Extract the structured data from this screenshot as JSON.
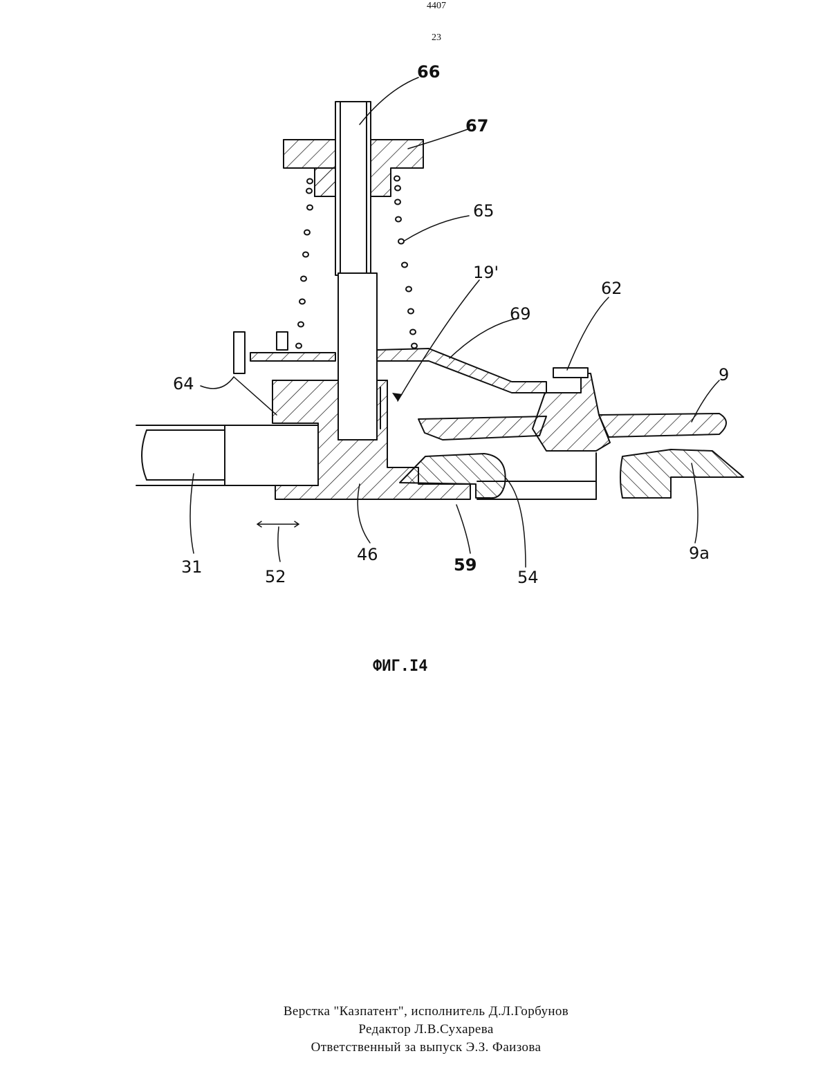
{
  "header": {
    "patent_number": "4407",
    "page_number": "23"
  },
  "figure": {
    "labels": {
      "l66": "66",
      "l67": "67",
      "l65": "65",
      "l19": "19'",
      "l69": "69",
      "l62": "62",
      "l9": "9",
      "l64": "64",
      "l31": "31",
      "l52": "52",
      "l46": "46",
      "l59": "59",
      "l54": "54",
      "l9a": "9a"
    },
    "caption": "ФИГ.I4"
  },
  "footer": {
    "line1": "Верстка \"Казпатент\", исполнитель  Д.Л.Горбунов",
    "line2": "Редактор  Л.В.Сухарева",
    "line3": "Ответственный за выпуск Э.З. Фаизова"
  }
}
